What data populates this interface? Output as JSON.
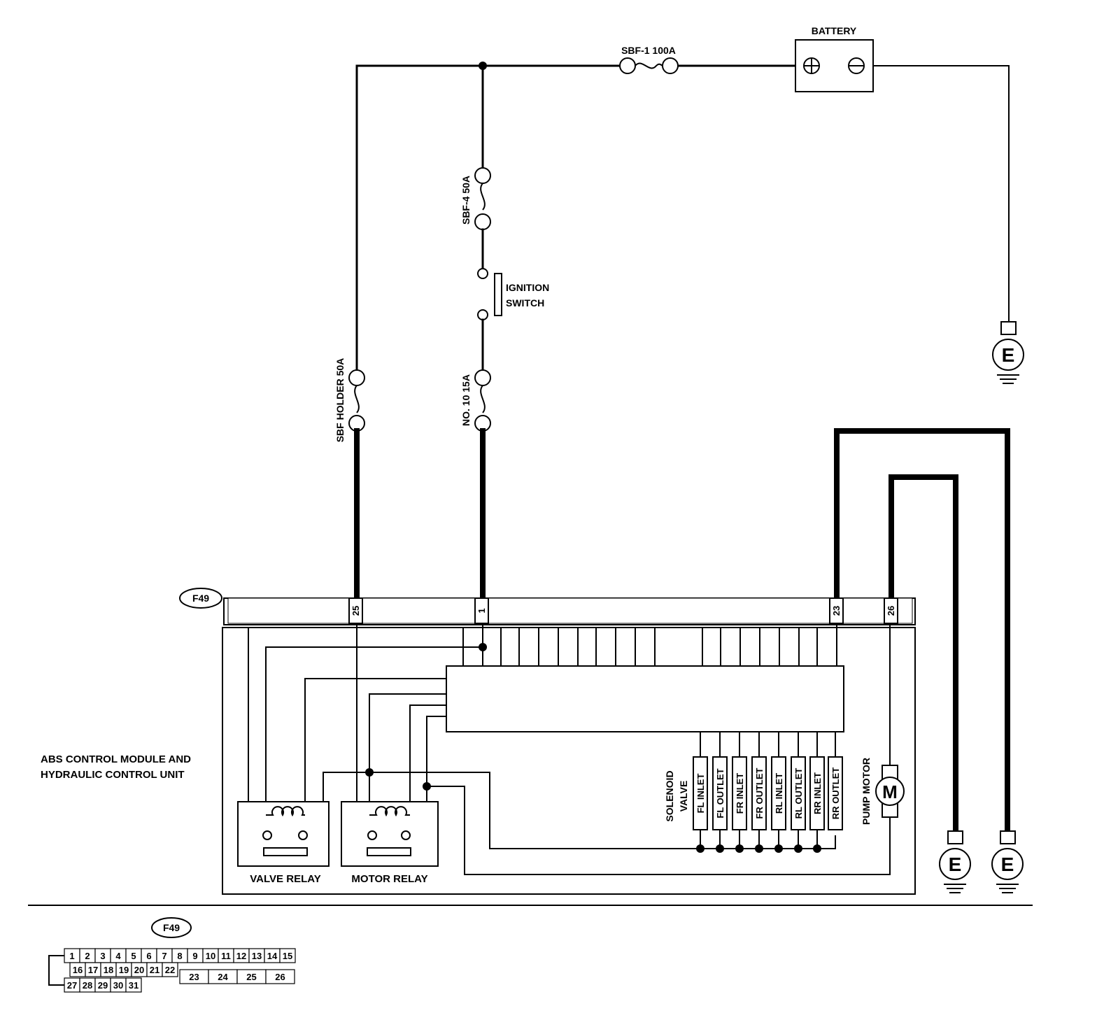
{
  "labels": {
    "battery": "BATTERY",
    "fuse_main": "SBF-1 100A",
    "fuse_sbf4": "SBF-4 50A",
    "fuse_holder": "SBF HOLDER 50A",
    "fuse_no10": "NO. 10 15A",
    "ignition_line1": "IGNITION",
    "ignition_line2": "SWITCH",
    "module_line1": "ABS CONTROL MODULE AND",
    "module_line2": "HYDRAULIC CONTROL UNIT",
    "valve_relay": "VALVE RELAY",
    "motor_relay": "MOTOR RELAY",
    "solenoid_line1": "SOLENOID",
    "solenoid_line2": "VALVE",
    "pump_motor": "PUMP MOTOR",
    "motor_symbol": "M",
    "ground_symbol": "E",
    "plus_symbol": "+",
    "minus_symbol": "−"
  },
  "connector": {
    "id": "F49",
    "pins_used": [
      "25",
      "1",
      "23",
      "26"
    ],
    "grid_row1": [
      "1",
      "2",
      "3",
      "4",
      "5",
      "6",
      "7",
      "8",
      "9",
      "10",
      "11",
      "12",
      "13",
      "14",
      "15"
    ],
    "grid_row2": [
      "16",
      "17",
      "18",
      "19",
      "20",
      "21",
      "22"
    ],
    "grid_row2_wide": [
      "23",
      "24",
      "25",
      "26"
    ],
    "grid_row3": [
      "27",
      "28",
      "29",
      "30",
      "31"
    ]
  },
  "solenoid_valves": [
    "FL INLET",
    "FL OUTLET",
    "FR INLET",
    "FR OUTLET",
    "RL INLET",
    "RL OUTLET",
    "RR INLET",
    "RR OUTLET"
  ]
}
